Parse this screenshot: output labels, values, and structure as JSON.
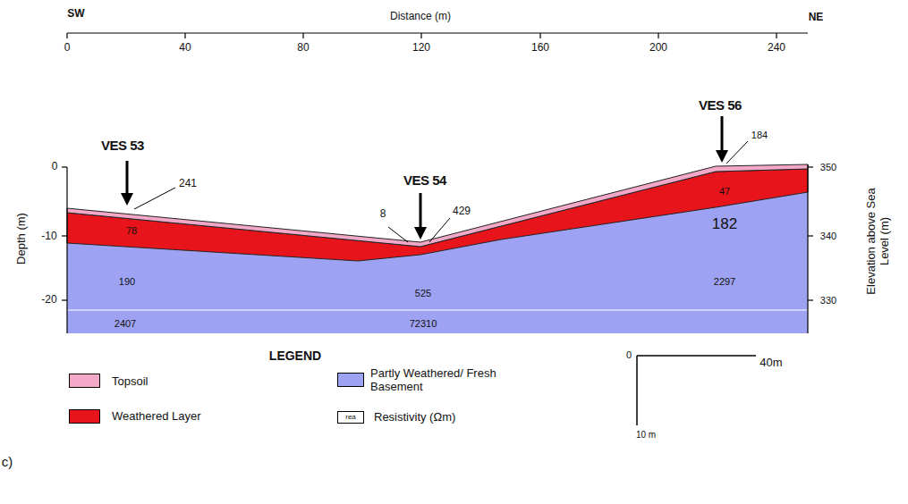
{
  "diagram": {
    "labels": [
      "SW",
      "Distance (m)",
      "NE",
      "0",
      "40",
      "80",
      "120",
      "160",
      "200",
      "240",
      "0",
      "-10",
      "-20",
      "Depth (m)",
      "350",
      "340",
      "330",
      "Elevation above Sea Level (m)",
      "VES 53",
      "241",
      "78",
      "190",
      "2407",
      "8",
      "VES 54",
      "429",
      "525",
      "72310",
      "VES 56",
      "184",
      "47",
      "182",
      "2297",
      "LEGEND",
      "rea",
      "0",
      "40m",
      "10 m",
      "c)"
    ],
    "legend": [
      {
        "text": "Topsoil",
        "color": "#f4a8c8"
      },
      {
        "text": "Weathered Layer",
        "color": "#e8141c"
      },
      {
        "text": "Partly Weathered/ Fresh Basement",
        "color": "#9ea2f2"
      },
      {
        "text": "Resistivity (Ωm)"
      }
    ]
  }
}
